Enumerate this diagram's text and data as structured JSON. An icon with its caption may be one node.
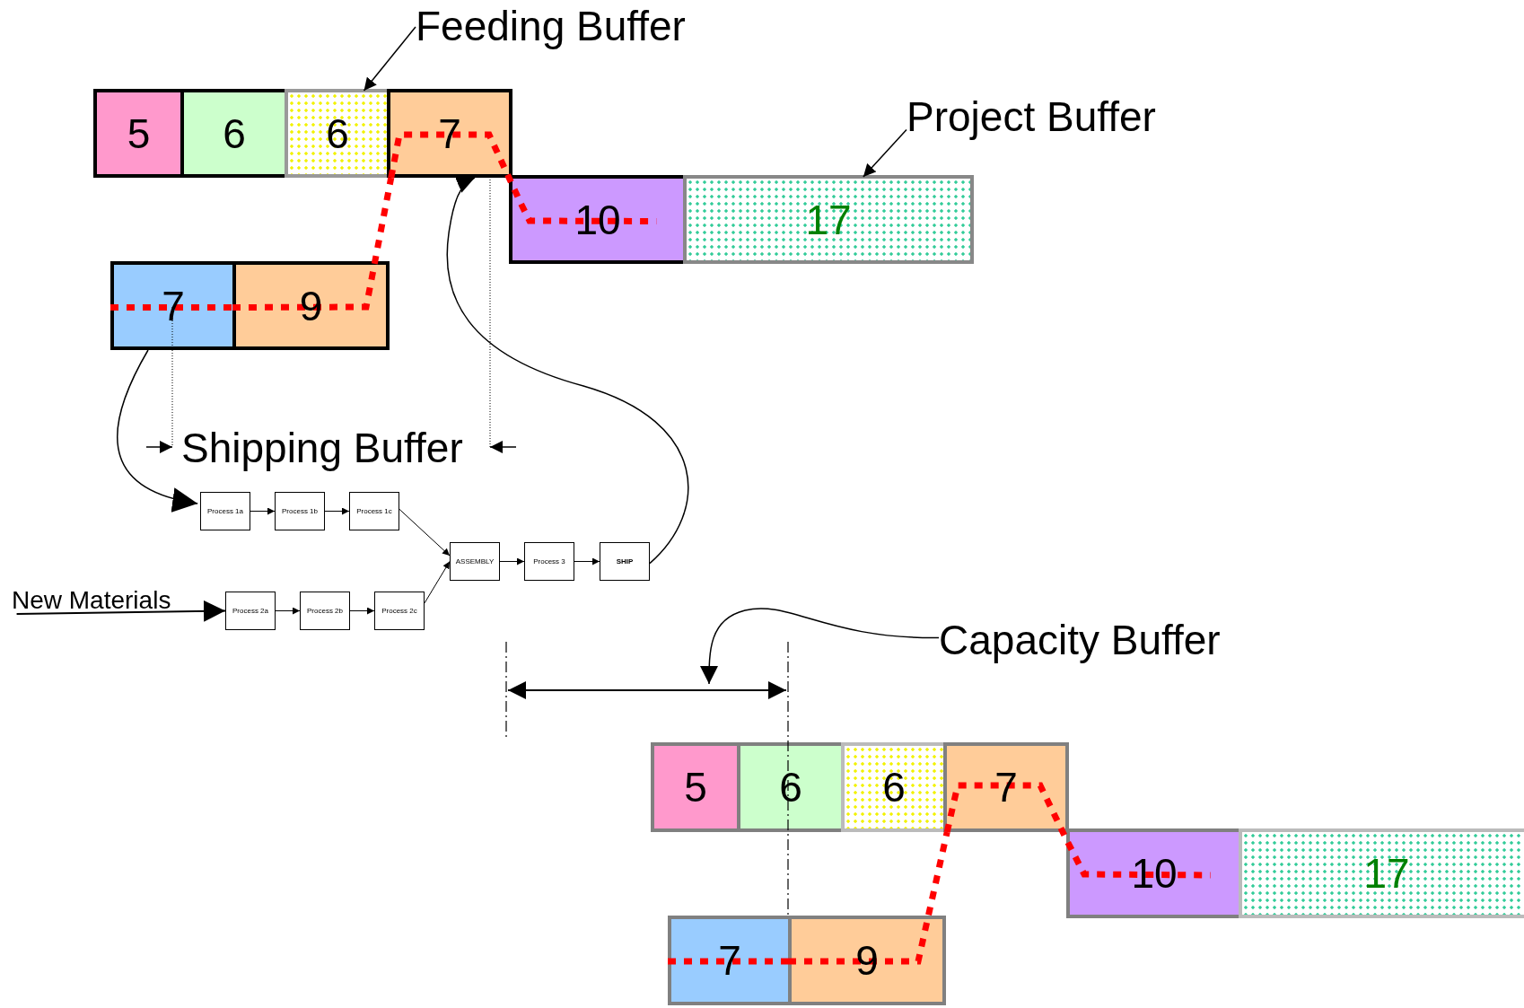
{
  "diagram": {
    "nodes": [
      {
        "text": [
          "Feeding Buffer"
        ]
      },
      {
        "text": [
          "5"
        ]
      },
      {
        "text": [
          "6"
        ]
      },
      {
        "text": [
          "6"
        ]
      },
      {
        "text": [
          "7"
        ]
      },
      {
        "text": [
          "Project Buffer"
        ]
      },
      {
        "text": [
          "10"
        ]
      },
      {
        "text": [
          "17"
        ]
      },
      {
        "text": [
          "7"
        ]
      },
      {
        "text": [
          "9"
        ]
      },
      {
        "text": [
          "Process 1a"
        ]
      },
      {
        "text": [
          "Process 1b"
        ]
      },
      {
        "text": [
          "Process 1c"
        ]
      },
      {
        "text": [
          "ASSEMBLY"
        ]
      },
      {
        "text": [
          "Process 3"
        ]
      },
      {
        "text": [
          "SHIP"
        ]
      },
      {
        "text": [
          "New Materials"
        ]
      },
      {
        "text": [
          "Process 2a"
        ]
      },
      {
        "text": [
          "Process 2b"
        ]
      },
      {
        "text": [
          "Process 2c"
        ]
      },
      {
        "text": [
          "Capacity Buffer"
        ]
      },
      {
        "text": [
          "5"
        ]
      },
      {
        "text": [
          "6"
        ]
      },
      {
        "text": [
          "6"
        ]
      },
      {
        "text": [
          "7"
        ]
      },
      {
        "text": [
          "10"
        ]
      },
      {
        "text": [
          "17"
        ]
      },
      {
        "text": [
          "7"
        ]
      },
      {
        "text": [
          "9"
        ]
      }
    ],
    "edges": [
      {
        "from": 0,
        "to": 3,
        "arrow": "to"
      },
      {
        "from": 5,
        "to": 7,
        "arrow": "to"
      },
      {
        "from": 8,
        "to": 10,
        "arrow": "to"
      },
      {
        "from": 10,
        "to": 11,
        "arrow": "to"
      },
      {
        "from": 11,
        "to": 12,
        "arrow": "to"
      },
      {
        "from": 12,
        "to": 13,
        "arrow": "to"
      },
      {
        "from": 13,
        "to": 14,
        "arrow": "to"
      },
      {
        "from": 14,
        "to": 15,
        "arrow": "to"
      },
      {
        "from": 17,
        "to": 18,
        "arrow": "to"
      },
      {
        "from": 18,
        "to": 19,
        "arrow": "to"
      },
      {
        "from": 19,
        "to": 13,
        "arrow": "to"
      },
      {
        "from": 15,
        "to": 4,
        "arrow": "to"
      },
      {
        "from": 16,
        "to": 17,
        "arrow": "to"
      },
      {
        "from": 20,
        "to": null,
        "arrow": "to"
      },
      {
        "from": 8,
        "to": 9,
        "arrow": "none",
        "style": "dashed",
        "color": "#ff0000"
      },
      {
        "from": 9,
        "to": 4,
        "arrow": "none",
        "style": "dashed",
        "color": "#ff0000"
      },
      {
        "from": 4,
        "to": 6,
        "arrow": "none",
        "style": "dashed",
        "color": "#ff0000"
      },
      {
        "from": 27,
        "to": 28,
        "arrow": "none",
        "style": "dashed",
        "color": "#ff0000"
      },
      {
        "from": 28,
        "to": 24,
        "arrow": "none",
        "style": "dashed",
        "color": "#ff0000"
      },
      {
        "from": 24,
        "to": 25,
        "arrow": "none",
        "style": "dashed",
        "color": "#ff0000"
      }
    ],
    "labels": [
      "Shipping Buffer"
    ]
  }
}
